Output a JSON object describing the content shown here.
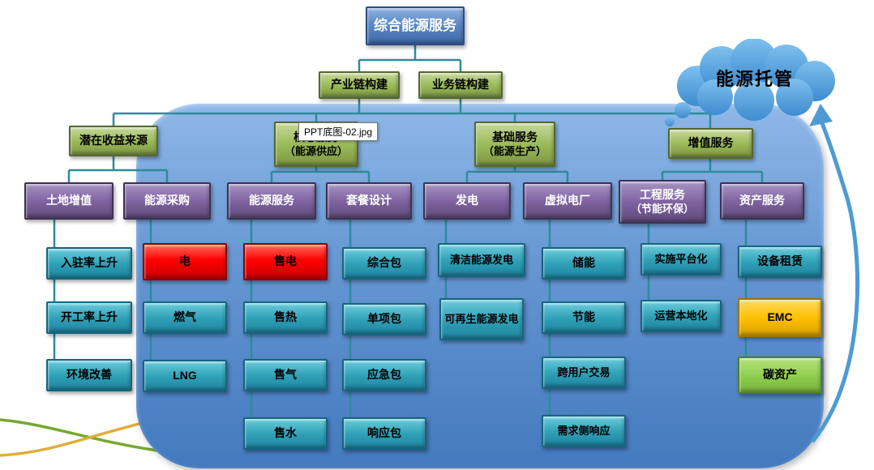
{
  "root": {
    "label": "综合能源服务"
  },
  "cloud": {
    "label": "能源托管"
  },
  "tooltip": {
    "text": "PPT底图-02.jpg"
  },
  "level2": [
    {
      "label": "产业链构建"
    },
    {
      "label": "业务链构建"
    }
  ],
  "level3": [
    {
      "label": "潜在收益来源"
    },
    {
      "label": "核心服务",
      "sub": "（能源供应）"
    },
    {
      "label": "基础服务",
      "sub": "（能源生产）"
    },
    {
      "label": "增值服务"
    }
  ],
  "groups": [
    {
      "header": "土地增值",
      "items": [
        {
          "label": "入驻率上升"
        },
        {
          "label": "开工率上升"
        },
        {
          "label": "环境改善"
        }
      ]
    },
    {
      "header": "能源采购",
      "items": [
        {
          "label": "电"
        },
        {
          "label": "燃气"
        },
        {
          "label": "LNG"
        }
      ]
    },
    {
      "header": "能源服务",
      "items": [
        {
          "label": "售电"
        },
        {
          "label": "售热"
        },
        {
          "label": "售气"
        },
        {
          "label": "售水"
        }
      ]
    },
    {
      "header": "套餐设计",
      "items": [
        {
          "label": "综合包"
        },
        {
          "label": "单项包"
        },
        {
          "label": "应急包"
        },
        {
          "label": "响应包"
        }
      ]
    },
    {
      "header": "发电",
      "items": [
        {
          "label": "清洁能源发电"
        },
        {
          "label": "可再生能源发电"
        }
      ]
    },
    {
      "header": "虚拟电厂",
      "items": [
        {
          "label": "储能"
        },
        {
          "label": "节能"
        },
        {
          "label": "跨用户交易"
        },
        {
          "label": "需求侧响应"
        }
      ]
    },
    {
      "header": "工程服务",
      "header_sub": "（节能环保）",
      "items": [
        {
          "label": "实施平台化"
        },
        {
          "label": "运营本地化"
        }
      ]
    },
    {
      "header": "资产服务",
      "items": [
        {
          "label": "设备租赁"
        },
        {
          "label": "EMC"
        },
        {
          "label": "碳资产"
        }
      ]
    }
  ],
  "colors": {
    "panel_top": "#8FB8E8",
    "panel_bottom": "#4379BE",
    "connector": "#2E8B9B",
    "node_blue": "#3E69A8",
    "node_green": "#9BBB59",
    "node_purple": "#8064A2",
    "node_teal": "#31A2B8",
    "node_red": "#FF0000",
    "node_orange": "#FFC000",
    "node_lime": "#92D050",
    "cloud_blue": "#4E9BD4",
    "curve_green": "#76A832",
    "curve_gold": "#DFAE3C"
  }
}
